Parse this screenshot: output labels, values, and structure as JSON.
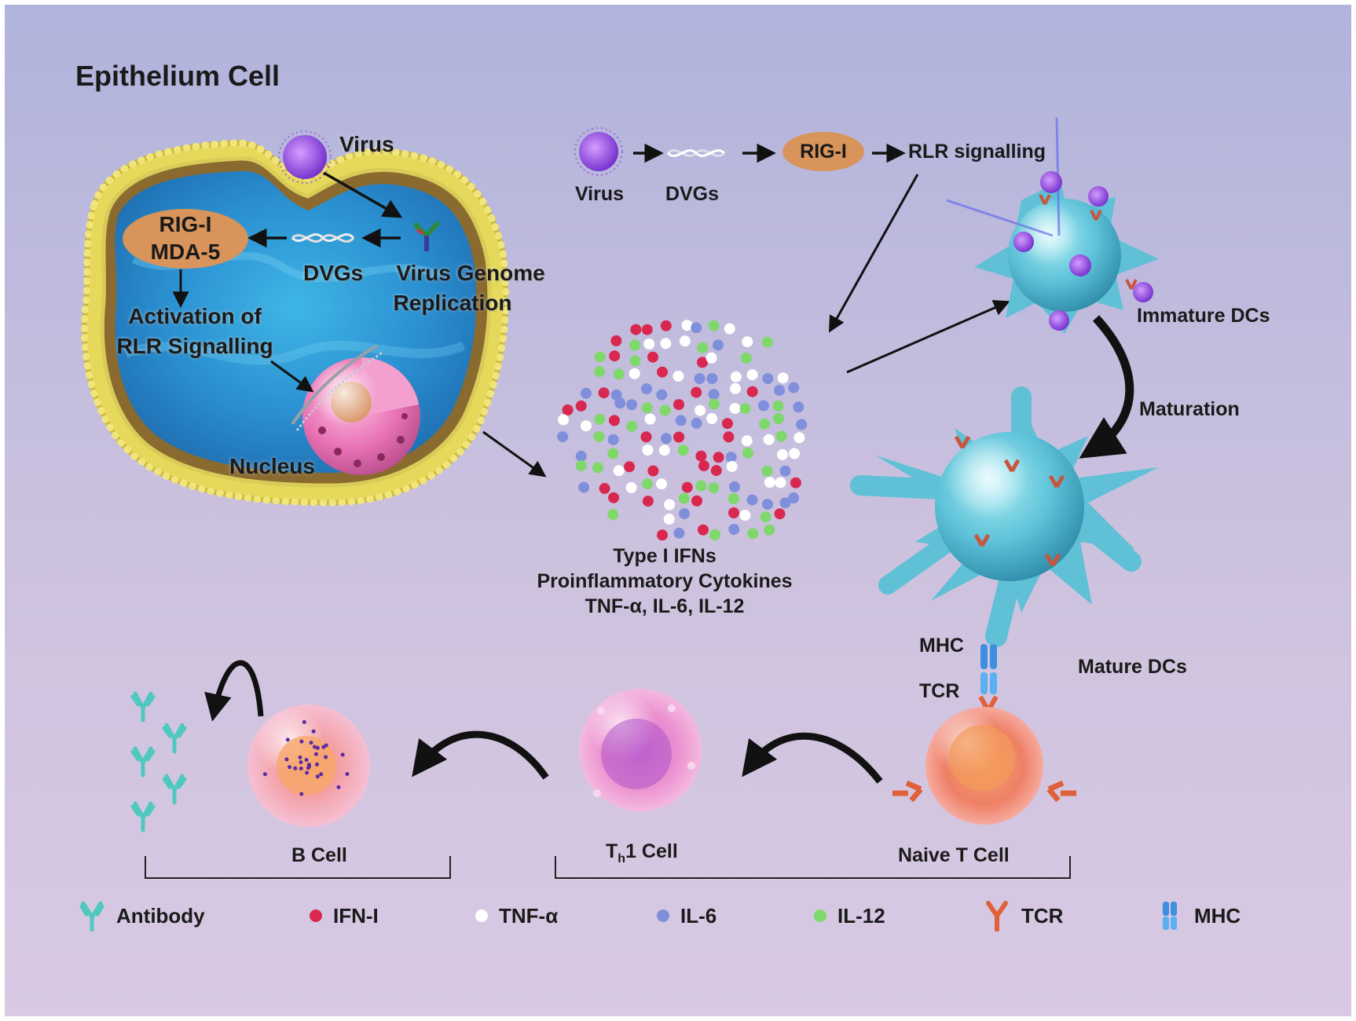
{
  "title": "Epithelium Cell",
  "epithelium": {
    "virus": "Virus",
    "rig_i": "RIG-I",
    "mda5": "MDA-5",
    "dvgs": "DVGs",
    "replication_1": "Virus Genome",
    "replication_2": "Replication",
    "activation_1": "Activation of",
    "activation_2": "RLR Signalling",
    "nucleus": "Nucleus"
  },
  "pathway": {
    "virus": "Virus",
    "dvgs": "DVGs",
    "rig_i": "RIG-I",
    "rlr": "RLR signalling"
  },
  "cytokines": {
    "line1": "Type I IFNs",
    "line2": "Proinflammatory Cytokines",
    "line3": "TNF-α, IL-6, IL-12"
  },
  "cells": {
    "immature_dcs": "Immature DCs",
    "maturation": "Maturation",
    "mature_dcs": "Mature DCs",
    "mhc": "MHC",
    "tcr": "TCR",
    "naive_t": "Naive T Cell",
    "th1_prefix": "T",
    "th1_sub": "h",
    "th1_suffix": "1 Cell",
    "b_cell": "B Cell"
  },
  "legend": {
    "antibody": "Antibody",
    "ifn": "IFN-I",
    "tnf": "TNF-α",
    "il6": "IL-6",
    "il12": "IL-12",
    "tcr": "TCR",
    "mhc": "MHC"
  },
  "colors": {
    "ifn": "#d8284f",
    "tnf": "#ffffff",
    "il6": "#7f8fdc",
    "il12": "#7ed86a",
    "dc": "#5fc0d6",
    "tcr": "#e0603a",
    "mhc": "#3e8fe0",
    "antibody": "#4fc8c0"
  }
}
